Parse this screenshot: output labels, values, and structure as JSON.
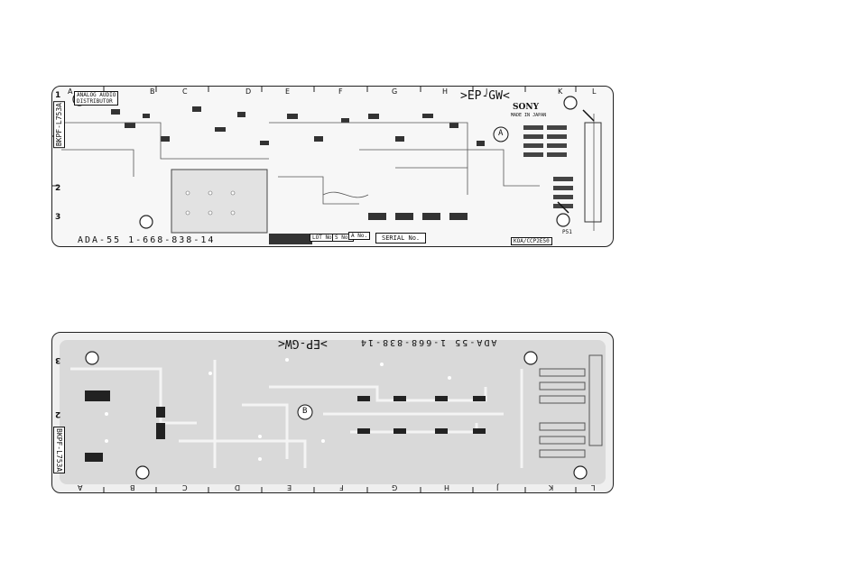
{
  "board_a": {
    "grid_letters": [
      "A",
      "B",
      "C",
      "D",
      "E",
      "F",
      "G",
      "H",
      "J",
      "K",
      "L"
    ],
    "row_numbers": [
      "1",
      "2",
      "3"
    ],
    "title_box": "ANALOG AUDIO\nDISTRIBUTOR",
    "side_label": "BKPF-L753A",
    "model_label": "ADA-55  1-668-838-14",
    "ep_gw": ">EP-GW<",
    "brand": "SONY",
    "made_in": "MADE IN JAPAN",
    "side_marker": "A",
    "lot_label": "LOT No.",
    "s_label": "S No.",
    "a_label": "A No.",
    "serial_label": "SERIAL No.",
    "part_label": "P51",
    "koa_label": "KOA/CCP2E50"
  },
  "board_b": {
    "grid_letters": [
      "A",
      "B",
      "C",
      "D",
      "E",
      "F",
      "G",
      "H",
      "J",
      "K",
      "L"
    ],
    "row_numbers": [
      "3",
      "2"
    ],
    "side_label": "BKPF-L753A",
    "model_label": "ADA-55  1-668-838-14",
    "ep_gw": ">EP-GW<",
    "side_marker": "B"
  }
}
